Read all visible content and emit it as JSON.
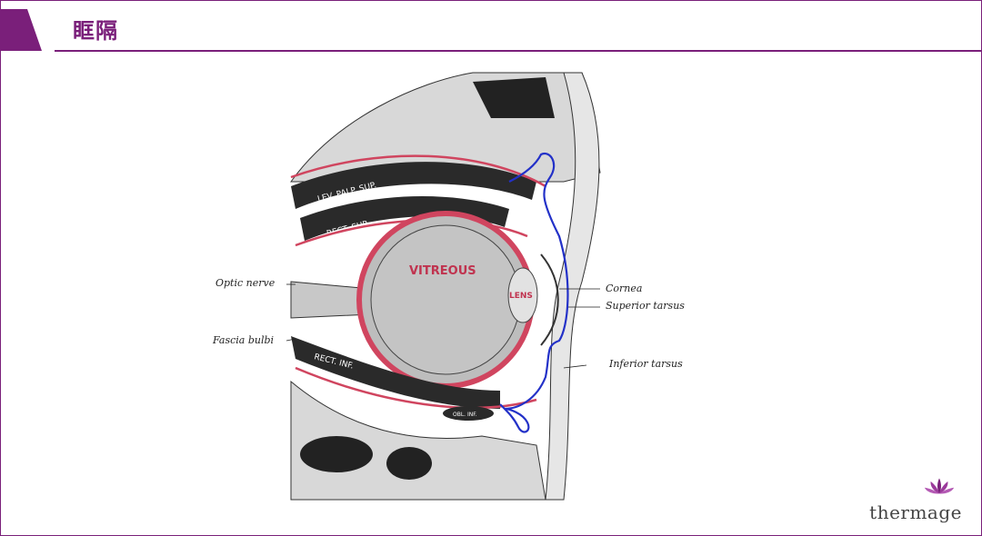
{
  "page": {
    "title": "眶隔"
  },
  "figure": {
    "labels": {
      "lev_palp_sup": "LEV. PALP. SUP.",
      "rect_sup": "RECT. SUP.",
      "vitreous": "VITREOUS",
      "lens": "LENS",
      "rect_inf": "RECT. INF.",
      "obl_inf": "OBL. INF."
    },
    "callouts": {
      "optic_nerve": "Optic nerve",
      "fascia_bulbi": "Fascia bulbi",
      "cornea": "Cornea",
      "superior_tarsus": "Superior tarsus",
      "inferior_tarsus": "Inferior tarsus"
    }
  },
  "brand": {
    "logo_text": "thermage",
    "accent_color": "#7a1f7a"
  }
}
